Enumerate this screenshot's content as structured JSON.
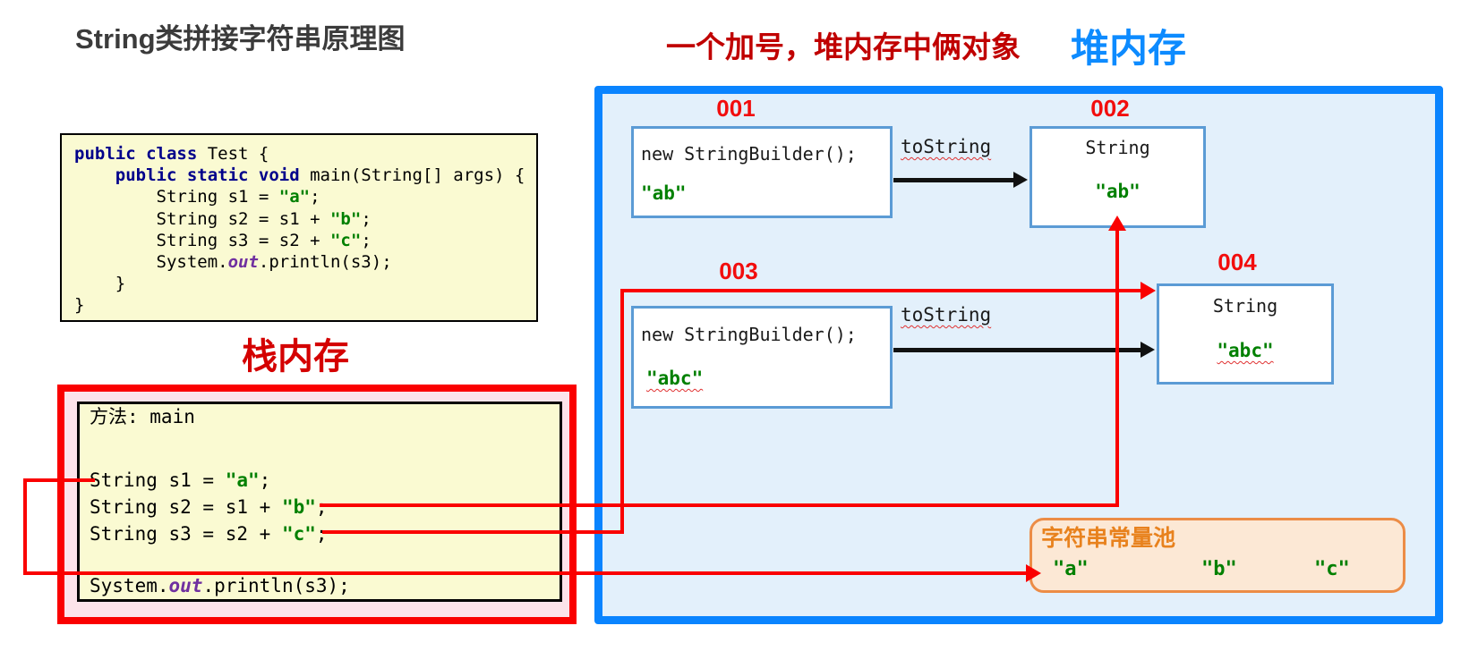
{
  "title": "String类拼接字符串原理图",
  "headings": {
    "red_note": "一个加号，堆内存中俩对象",
    "heap_label": "堆内存",
    "stack_label": "栈内存"
  },
  "code_block": {
    "lines": [
      [
        {
          "t": "public class",
          "c": "kw"
        },
        {
          "t": " Test {"
        }
      ],
      [
        {
          "t": "    "
        },
        {
          "t": "public static void",
          "c": "kw"
        },
        {
          "t": " main(String[] args) {"
        }
      ],
      [
        {
          "t": "        String s1 = "
        },
        {
          "t": "\"a\"",
          "c": "str"
        },
        {
          "t": ";"
        }
      ],
      [
        {
          "t": "        String s2 = s1 + "
        },
        {
          "t": "\"b\"",
          "c": "str"
        },
        {
          "t": ";"
        }
      ],
      [
        {
          "t": "        String s3 = s2 + "
        },
        {
          "t": "\"c\"",
          "c": "str"
        },
        {
          "t": ";"
        }
      ],
      [
        {
          "t": "        System."
        },
        {
          "t": "out",
          "c": "out"
        },
        {
          "t": ".println(s3);"
        }
      ],
      [
        {
          "t": "    }"
        }
      ],
      [
        {
          "t": "}"
        }
      ]
    ]
  },
  "stack_frame": {
    "method_line": [
      {
        "t": "方法: main"
      }
    ],
    "statements": [
      [
        {
          "t": "String s1 = "
        },
        {
          "t": "\"a\"",
          "c": "str"
        },
        {
          "t": ";"
        }
      ],
      [
        {
          "t": "String s2 = s1 + "
        },
        {
          "t": "\"b\"",
          "c": "str"
        },
        {
          "t": ";"
        }
      ],
      [
        {
          "t": "String s3 = s2 + "
        },
        {
          "t": "\"c\"",
          "c": "str"
        },
        {
          "t": ";"
        }
      ]
    ],
    "print_line": [
      {
        "t": "System."
      },
      {
        "t": "out",
        "c": "out"
      },
      {
        "t": ".println(s3);"
      }
    ]
  },
  "heap": {
    "tostring_label": "toString",
    "objects": [
      {
        "id": "001",
        "line1": "new StringBuilder();",
        "value": "\"ab\""
      },
      {
        "id": "002",
        "line1": "String",
        "value": "\"ab\""
      },
      {
        "id": "003",
        "line1": "new StringBuilder();",
        "value": "\"abc\""
      },
      {
        "id": "004",
        "line1": "String",
        "value": "\"abc\""
      }
    ],
    "pool": {
      "title": "字符串常量池",
      "items": [
        "\"a\"",
        "\"b\"",
        "\"c\""
      ]
    }
  },
  "colors": {
    "heap_border": "#0a84ff",
    "heap_fill": "#e3f0fb",
    "heap_title_blue": "#0d8bff",
    "stack_border": "#fa0000",
    "stack_fill": "#fce3ea",
    "code_fill": "#fafad2",
    "object_border": "#5b9bd5",
    "pool_border": "#ec8c46",
    "pool_fill": "#fce8d5",
    "pool_title_orange": "#e8821e",
    "string_green": "#008000",
    "keyword_blue": "#00008b",
    "out_purple": "#7030a0",
    "label_red": "#f20d0d",
    "note_red": "#c00000",
    "title_gray": "#3b3b3b"
  }
}
